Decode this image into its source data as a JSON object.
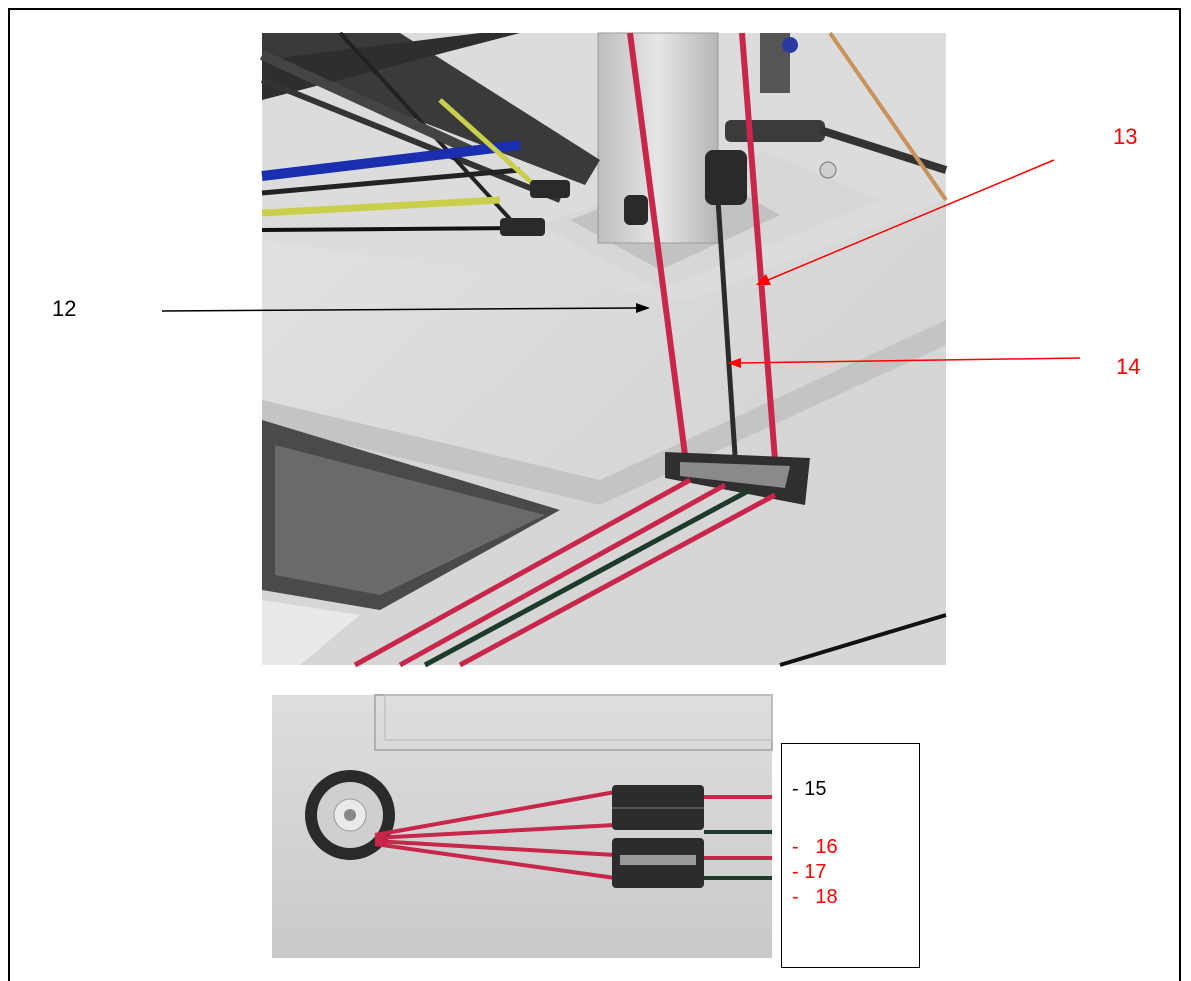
{
  "callouts": [
    {
      "id": "12",
      "text": "12",
      "color": "#000000"
    },
    {
      "id": "13",
      "text": "13",
      "color": "#ff0000"
    },
    {
      "id": "14",
      "text": "14",
      "color": "#ff0000"
    }
  ],
  "legend": [
    {
      "text": "- 15",
      "color": "#000000"
    },
    {
      "text": "-   16",
      "color": "#ff0000"
    },
    {
      "text": "- 17",
      "color": "#ff0000"
    },
    {
      "text": "-   18",
      "color": "#ff0000"
    }
  ],
  "colors": {
    "line_red": "#c8264a",
    "line_black": "#2b2b2b",
    "callout_red": "#ff0000",
    "deck": "#d9d9d9"
  }
}
